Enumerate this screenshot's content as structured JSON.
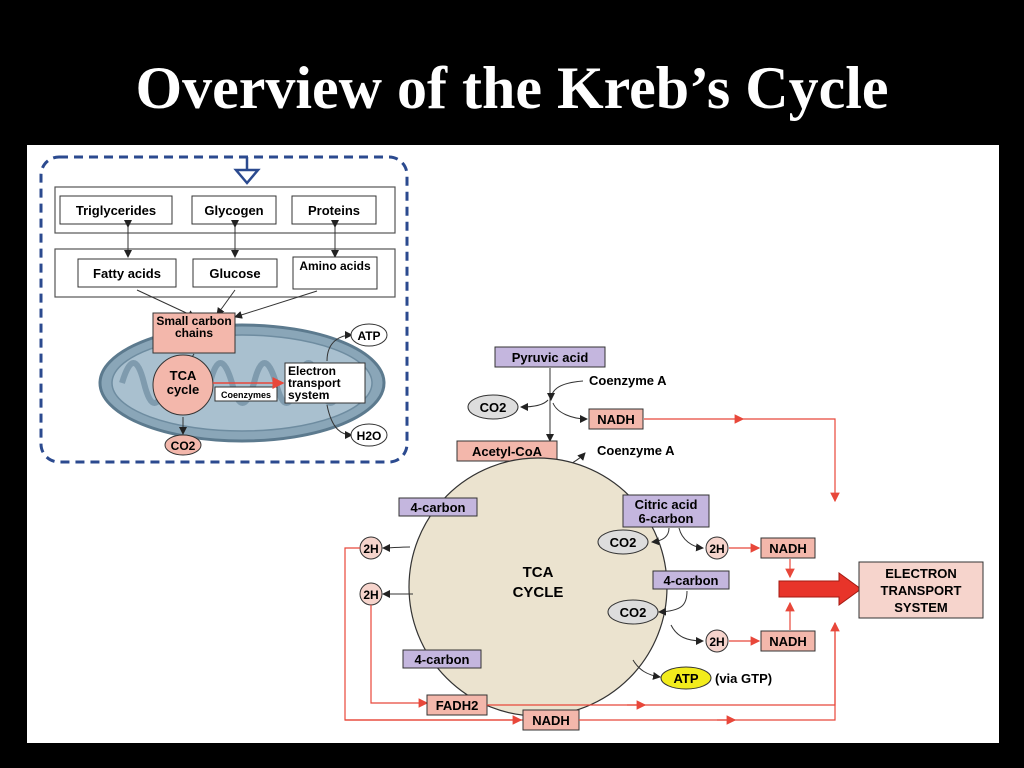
{
  "slide": {
    "title": "Overview of the Kreb’s Cycle"
  },
  "inset": {
    "storage": [
      "Triglycerides",
      "Glycogen",
      "Proteins"
    ],
    "monomers": [
      "Fatty acids",
      "Glucose",
      "Amino acids"
    ],
    "small_carbon": "Small carbon chains",
    "tca": "TCA cycle",
    "coenzymes": "Coenzymes",
    "ets": "Electron transport system",
    "atp": "ATP",
    "co2": "CO2",
    "h2o": "H2O"
  },
  "cycle": {
    "pyruvic_acid": "Pyruvic acid",
    "coenzyme_a_in": "Coenzyme A",
    "co2": "CO2",
    "nadh": "NADH",
    "acetyl_coa": "Acetyl-CoA",
    "coenzyme_a_out": "Coenzyme A",
    "citric_acid": "Citric acid",
    "six_carbon": "6-carbon",
    "four_carbon": "4-carbon",
    "two_h": "2H",
    "tca_cycle_line1": "TCA",
    "tca_cycle_line2": "CYCLE",
    "atp": "ATP",
    "via_gtp": "(via GTP)",
    "fadh2": "FADH2",
    "ets_line1": "ELECTRON",
    "ets_line2": "TRANSPORT",
    "ets_line3": "SYSTEM"
  },
  "colors": {
    "pink_box": "#f3b7ab",
    "purple_box": "#c4b6de",
    "circle": "#ebe3cf",
    "atp": "#f2ec1c",
    "arrow_red": "#e8473a",
    "dashed_border": "#2b4a8f",
    "mito_blue": "#8aa6b8"
  }
}
